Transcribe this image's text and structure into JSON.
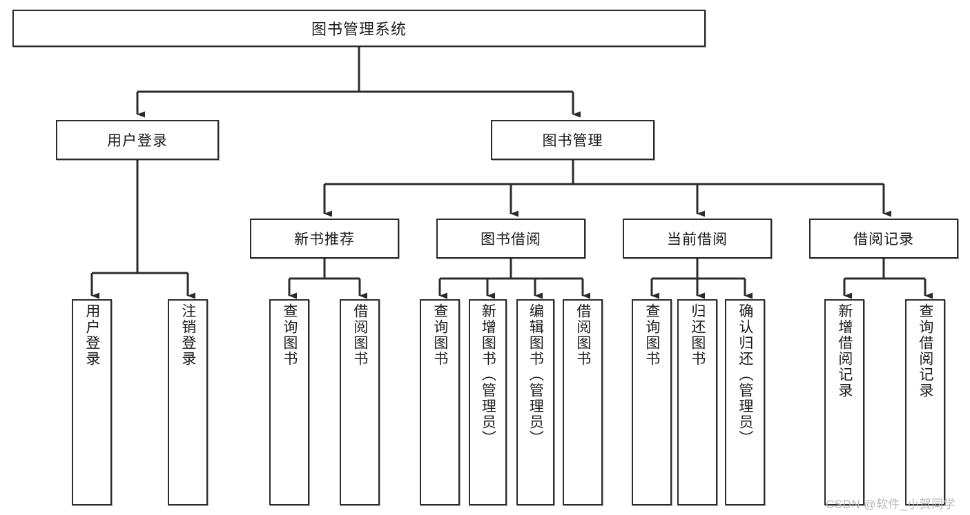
{
  "diagram": {
    "type": "hierarchy-tree",
    "title": "图书管理系统",
    "watermark": "CSDN @软件_小贺同学",
    "colors": {
      "stroke": "#2b2b2b",
      "fill": "#ffffff",
      "text": "#1b1b1b",
      "watermark": "#b8b8b8"
    },
    "levels": {
      "level1": [
        "图书管理系统"
      ],
      "level2": [
        "用户登录",
        "图书管理"
      ],
      "level3": [
        "新书推荐",
        "图书借阅",
        "当前借阅",
        "借阅记录"
      ],
      "level4": [
        "用户登录",
        "注销登录",
        "查询图书",
        "借阅图书",
        "查询图书",
        "新增图书（管理员）",
        "编辑图书（管理员）",
        "借阅图书",
        "查询图书",
        "归还图书",
        "确认归还（管理员）",
        "新增借阅记录",
        "查询借阅记录"
      ]
    },
    "nodes": {
      "root": {
        "label": "图书管理系统"
      },
      "user_login": {
        "label": "用户登录"
      },
      "book_manage": {
        "label": "图书管理"
      },
      "new_book_rec": {
        "label": "新书推荐"
      },
      "book_borrow": {
        "label": "图书借阅"
      },
      "current_borrow": {
        "label": "当前借阅"
      },
      "borrow_record": {
        "label": "借阅记录"
      },
      "leaf_user_login": {
        "label": "用户登录"
      },
      "leaf_logout": {
        "label": "注销登录"
      },
      "leaf_query_book_1": {
        "label": "查询图书"
      },
      "leaf_borrow_book_1": {
        "label": "借阅图书"
      },
      "leaf_query_book_2": {
        "label": "查询图书"
      },
      "leaf_add_book_admin": {
        "label": "新增图书（管理员）"
      },
      "leaf_edit_book_admin": {
        "label": "编辑图书（管理员）"
      },
      "leaf_borrow_book_2": {
        "label": "借阅图书"
      },
      "leaf_query_book_3": {
        "label": "查询图书"
      },
      "leaf_return_book": {
        "label": "归还图书"
      },
      "leaf_confirm_return_admin": {
        "label": "确认归还（管理员）"
      },
      "leaf_add_borrow_record": {
        "label": "新增借阅记录"
      },
      "leaf_query_borrow_record": {
        "label": "查询借阅记录"
      }
    },
    "edges": [
      {
        "from": "root",
        "to": "user_login"
      },
      {
        "from": "root",
        "to": "book_manage"
      },
      {
        "from": "user_login",
        "to": "leaf_user_login"
      },
      {
        "from": "user_login",
        "to": "leaf_logout"
      },
      {
        "from": "book_manage",
        "to": "new_book_rec"
      },
      {
        "from": "book_manage",
        "to": "book_borrow"
      },
      {
        "from": "book_manage",
        "to": "current_borrow"
      },
      {
        "from": "book_manage",
        "to": "borrow_record"
      },
      {
        "from": "new_book_rec",
        "to": "leaf_query_book_1"
      },
      {
        "from": "new_book_rec",
        "to": "leaf_borrow_book_1"
      },
      {
        "from": "book_borrow",
        "to": "leaf_query_book_2"
      },
      {
        "from": "book_borrow",
        "to": "leaf_add_book_admin"
      },
      {
        "from": "book_borrow",
        "to": "leaf_edit_book_admin"
      },
      {
        "from": "book_borrow",
        "to": "leaf_borrow_book_2"
      },
      {
        "from": "current_borrow",
        "to": "leaf_query_book_3"
      },
      {
        "from": "current_borrow",
        "to": "leaf_return_book"
      },
      {
        "from": "current_borrow",
        "to": "leaf_confirm_return_admin"
      },
      {
        "from": "borrow_record",
        "to": "leaf_add_borrow_record"
      },
      {
        "from": "borrow_record",
        "to": "leaf_query_borrow_record"
      }
    ]
  }
}
